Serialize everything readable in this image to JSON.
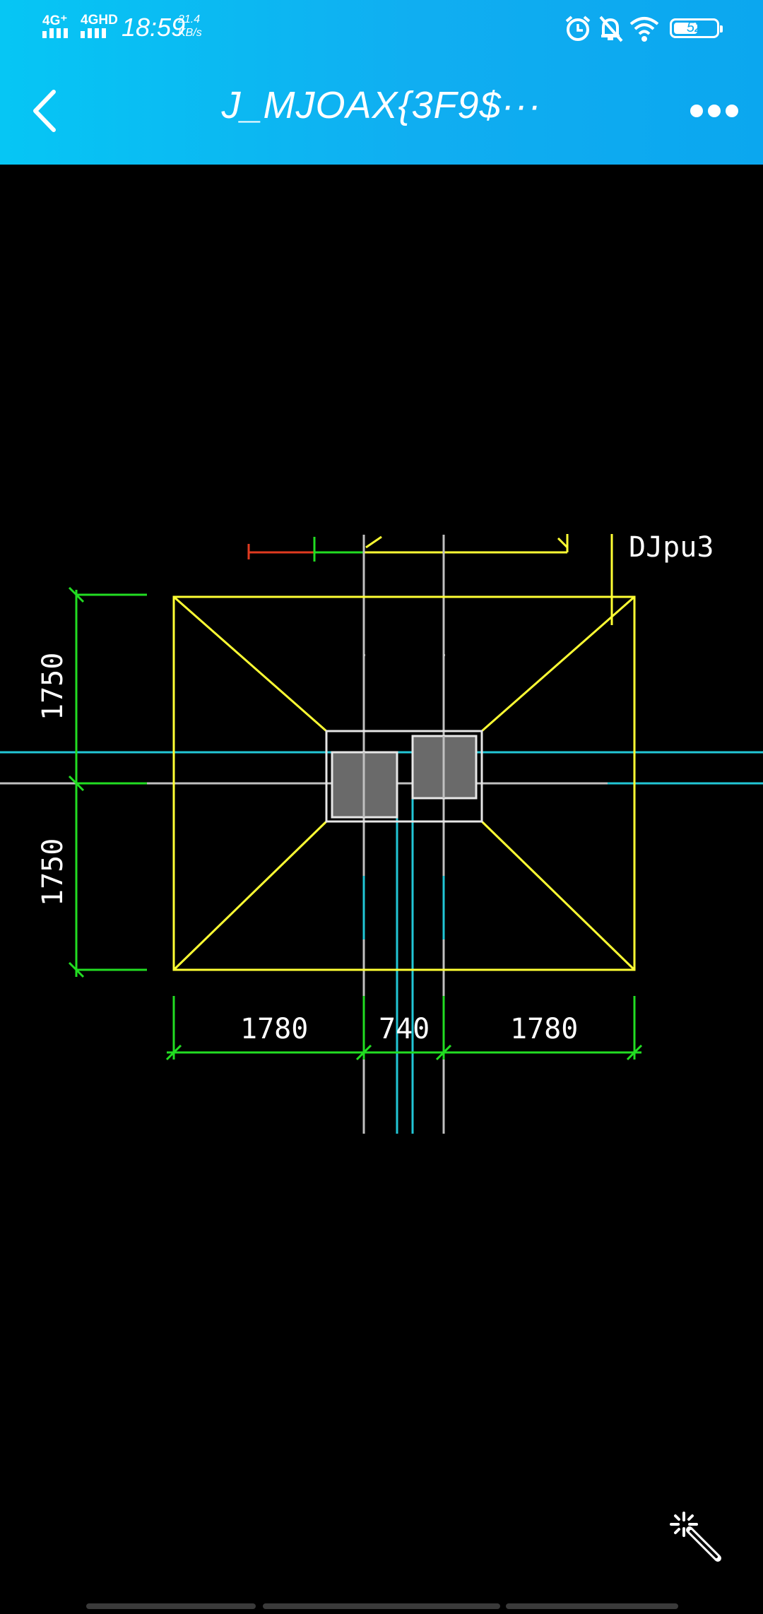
{
  "status_bar": {
    "network1": "4G⁺",
    "network2": "4GHD",
    "time": "18:59",
    "speed_value": "21.4",
    "speed_unit": "KB/s",
    "battery": "52",
    "icons": [
      "alarm-icon",
      "mute-bell-icon",
      "wifi-icon",
      "battery-icon"
    ]
  },
  "nav": {
    "title": "J_MJOAX{3F9$···",
    "back_icon": "chevron-left-icon",
    "more_icon": "more-dots-icon"
  },
  "drawing": {
    "dim_left_top": "1750",
    "dim_left_bottom": "1750",
    "dim_bottom_left": "1780",
    "dim_bottom_middle": "740",
    "dim_bottom_right": "1780",
    "top_right_label": "DJpu3",
    "colors": {
      "yellow": "#ffff33",
      "green": "#22dd22",
      "cyan": "#22c6d6",
      "gray": "#c0c0c0",
      "red": "#e03a20",
      "column_fill": "#6a6a6a"
    }
  },
  "tool": {
    "icon": "magic-wand-icon"
  }
}
